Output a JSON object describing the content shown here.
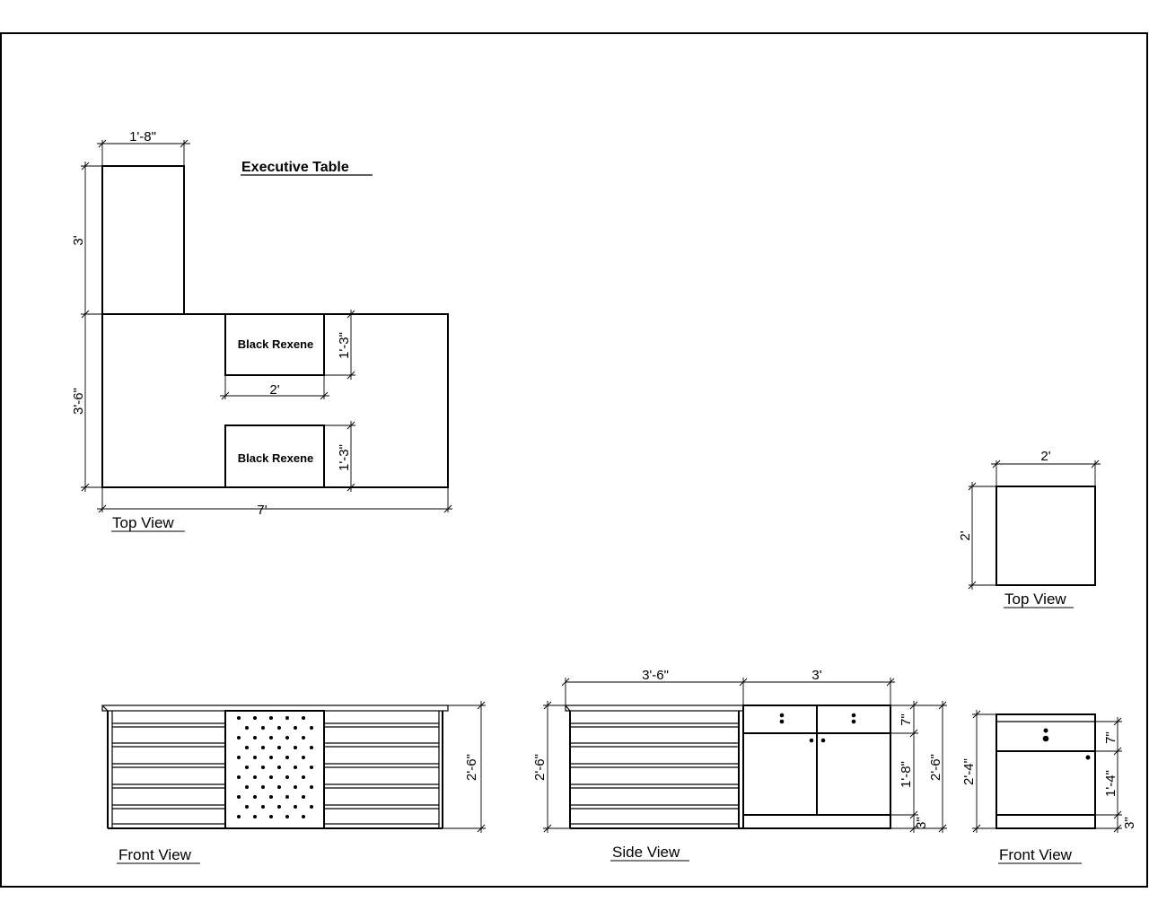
{
  "title": "Executive Table",
  "material_label": "Black Rexene",
  "views": {
    "top_view": "Top View",
    "front_view": "Front View",
    "side_view": "Side View"
  },
  "dimensions": {
    "top_width_return": "1'-8\"",
    "top_height_return": "3'",
    "top_height_main": "3'-6\"",
    "top_length": "7'",
    "rexene_width": "2'",
    "rexene_height_1": "1'-3\"",
    "rexene_height_2": "1'-3\"",
    "small_top_width": "2'",
    "small_top_depth": "2'",
    "front_height": "2'-6\"",
    "side_width_left": "3'-6\"",
    "side_width_right": "3'",
    "side_drawer": "7\"",
    "side_door": "1'-8\"",
    "side_plinth": "3\"",
    "side_height": "2'-6\"",
    "ped_height": "2'-4\"",
    "ped_drawer": "7\"",
    "ped_door": "1'-4\"",
    "ped_plinth": "3\""
  }
}
